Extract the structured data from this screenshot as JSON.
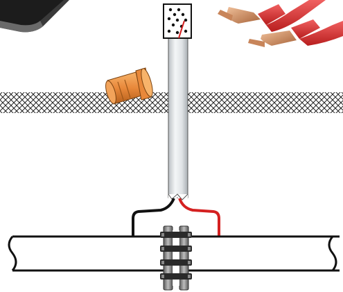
{
  "diagram": {
    "components": [
      "meter-case",
      "clamp-leads",
      "test-station-terminal-head",
      "test-station-pipe",
      "reference-electrode",
      "ground-surface",
      "bond-wire-black",
      "bond-wire-red",
      "pipeline",
      "insulating-flange"
    ],
    "colors": {
      "wire_black": "#111111",
      "wire_red": "#d42020",
      "clamp_red": "#e03030",
      "clamp_copper": "#c8855a",
      "electrode_orange": "#e8883a",
      "ground_hatch": "#222222",
      "test_post": "#d9dde0",
      "flange_gray": "#8a8a8a"
    },
    "flange_bolt_count": 4,
    "terminal_head_dot_count": 12
  }
}
